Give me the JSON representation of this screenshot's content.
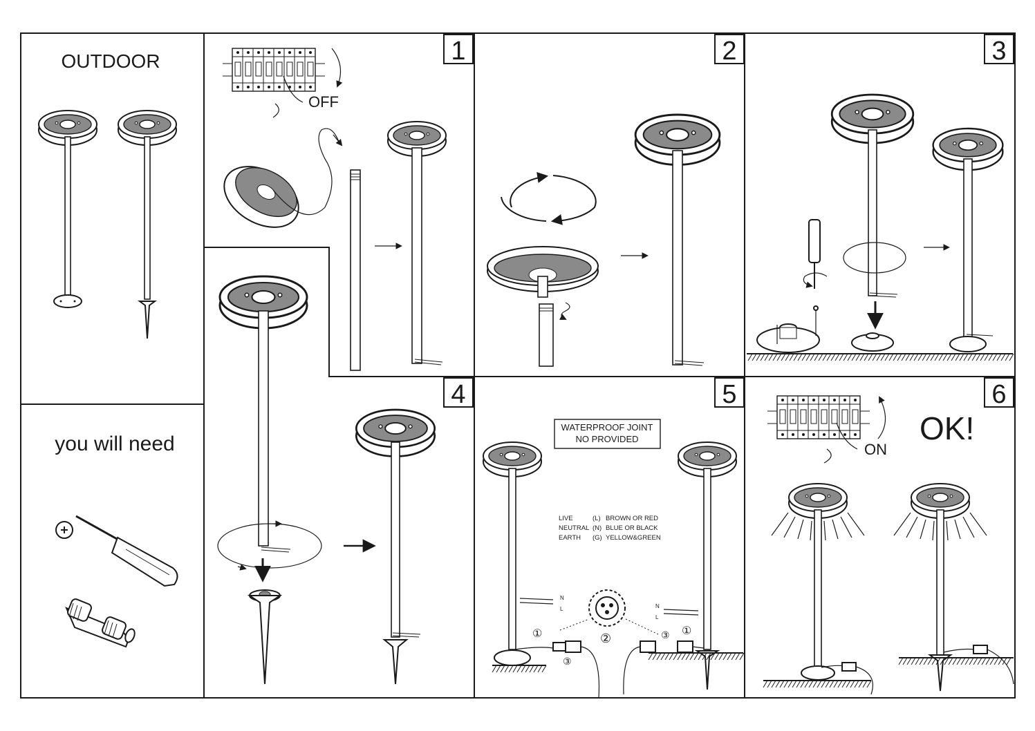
{
  "panel_intro": {
    "outdoor_label": "OUTDOOR",
    "you_will_need_label": "you will need"
  },
  "steps": [
    {
      "number": "1",
      "switch_label": "OFF"
    },
    {
      "number": "2"
    },
    {
      "number": "3"
    },
    {
      "number": "4"
    },
    {
      "number": "5",
      "notice_line1": "WATERPROOF JOINT",
      "notice_line2": "NO PROVIDED",
      "wiring": [
        {
          "name": "LIVE",
          "code": "(L)",
          "color": "BROWN OR RED"
        },
        {
          "name": "NEUTRAL",
          "code": "(N)",
          "color": "BLUE OR BLACK"
        },
        {
          "name": "EARTH",
          "code": "(G)",
          "color": "YELLOW&GREEN"
        }
      ],
      "callout_1": "①",
      "callout_2": "②",
      "callout_3": "③",
      "pin_n": "N",
      "pin_l": "L"
    },
    {
      "number": "6",
      "switch_label": "ON",
      "done_label": "OK!"
    }
  ]
}
